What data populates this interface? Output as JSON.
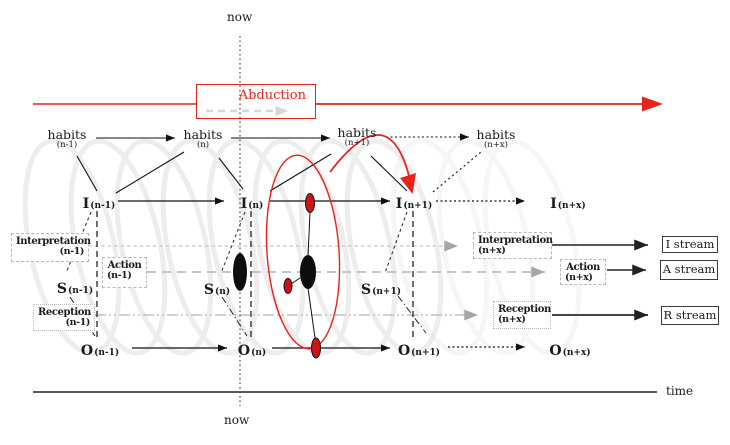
{
  "palette": {
    "accent_red": "#e8231b",
    "stream_gray": "#b4b4b4",
    "light_gray": "#d6d6d6",
    "loop_gray": "#dcdcdc",
    "ink": "#1a1a1a"
  },
  "now_top": "now",
  "now_bottom": "now",
  "time_label": "time",
  "abduction_label": "Abduction",
  "habits": [
    {
      "main": "habits",
      "sub": "(n-1)"
    },
    {
      "main": "habits",
      "sub": "(n)"
    },
    {
      "main": "habits",
      "sub": "(n+1)"
    },
    {
      "main": "habits",
      "sub": "(n+x)"
    }
  ],
  "i_nodes": [
    {
      "main": "I",
      "sub": "(n-1)"
    },
    {
      "main": "I",
      "sub": "(n)"
    },
    {
      "main": "I",
      "sub": "(n+1)"
    },
    {
      "main": "I",
      "sub": "(n+x)"
    }
  ],
  "s_nodes": [
    {
      "main": "S",
      "sub": "(n-1)"
    },
    {
      "main": "S",
      "sub": "(n)"
    },
    {
      "main": "S",
      "sub": "(n+1)"
    }
  ],
  "o_nodes": [
    {
      "main": "O",
      "sub": "(n-1)"
    },
    {
      "main": "O",
      "sub": "(n)"
    },
    {
      "main": "O",
      "sub": "(n+1)"
    },
    {
      "main": "O",
      "sub": "(n+x)"
    }
  ],
  "process_boxes_left": [
    {
      "title": "Interpretation",
      "sub": "(n-1)"
    },
    {
      "title": "Action",
      "sub": "(n-1)"
    },
    {
      "title": "Reception",
      "sub": "(n-1)"
    }
  ],
  "process_boxes_right": [
    {
      "title": "Interpretation",
      "sub": "(n+x)"
    },
    {
      "title": "Action",
      "sub": "(n+x)"
    },
    {
      "title": "Reception",
      "sub": "(n+x)"
    }
  ],
  "stream_boxes": [
    {
      "label": "I stream"
    },
    {
      "label": "A stream"
    },
    {
      "label": "R stream"
    }
  ]
}
